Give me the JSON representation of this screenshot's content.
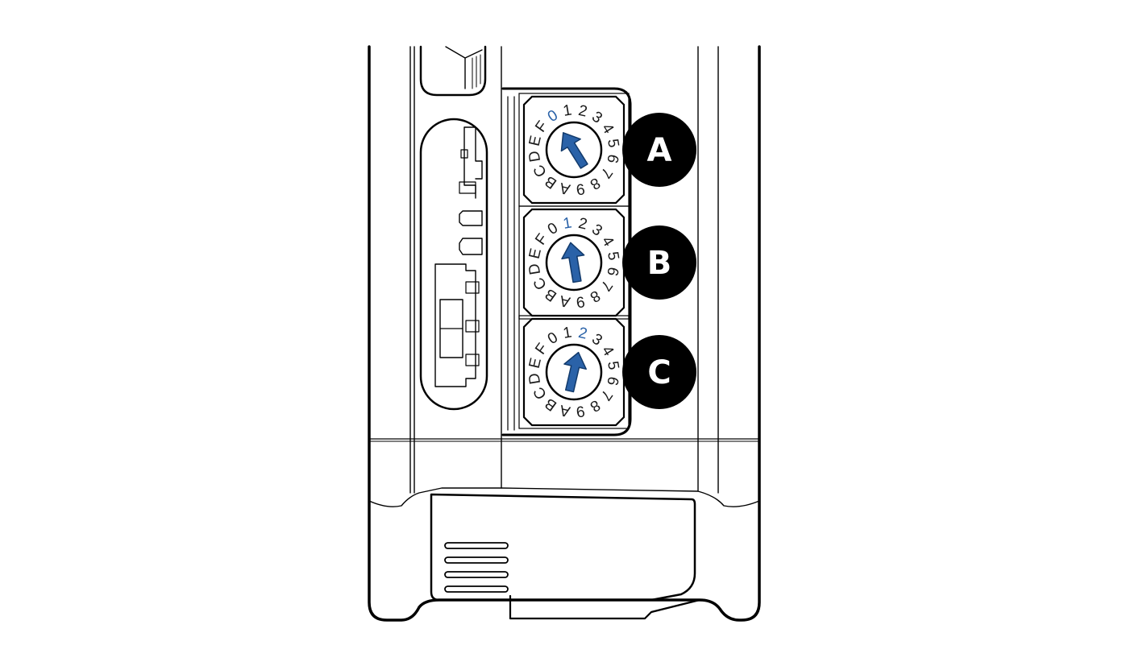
{
  "dial_characters": [
    "0",
    "1",
    "2",
    "3",
    "4",
    "5",
    "6",
    "7",
    "8",
    "9",
    "A",
    "B",
    "C",
    "D",
    "E",
    "F"
  ],
  "switches": [
    {
      "label": "A",
      "setting": "0"
    },
    {
      "label": "B",
      "setting": "1"
    },
    {
      "label": "C",
      "setting": "2"
    }
  ],
  "colors": {
    "outline": "#000000",
    "arrow": "#2a62a8",
    "badge": "#000000",
    "badge_text": "#ffffff"
  },
  "icons": {
    "badge": "filled-black-circle",
    "pointer": "blue-arrow"
  }
}
